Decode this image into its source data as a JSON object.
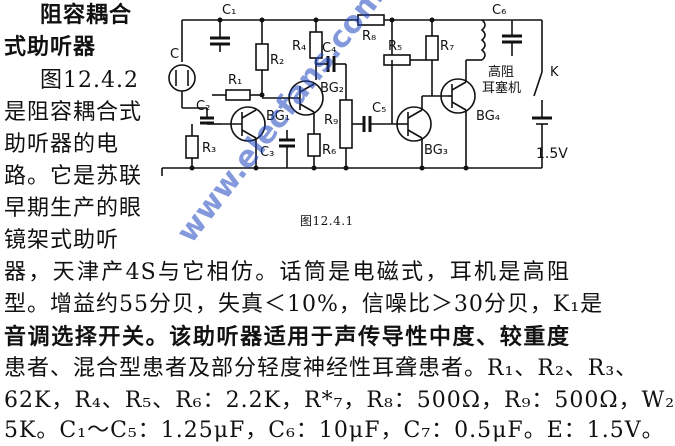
{
  "left_column": [
    "阻容耦合",
    "式助听器",
    "图12.4.2",
    "是阻容耦合式",
    "助听器的电",
    "路。它是苏联",
    "早期生产的眼",
    "镜架式助听"
  ],
  "body_lines": [
    "器，天津产4S与它相仿。话筒是电磁式，耳机是高阻",
    "型。增益约55分贝，失真＜10%，信噪比＞30分贝，K₁是",
    "音调选择开关。该助听器适用于声传导性中度、较重度",
    "患者、混合型患者及部分轻度神经性耳聋患者。R₁、R₂、R₃、",
    "62K，R₄、R₅、R₆：2.2K，R*₇，R₈：500Ω，R₉：500Ω，W₂",
    "5K。C₁～C₅：1.25μF，C₆：10μF，C₇：0.5μF。E：1.5V。"
  ],
  "figure": {
    "caption": "图12.4.1",
    "watermark": "www.elecfans.com",
    "labels": {
      "c1": "C₁",
      "c2": "C₂",
      "c3": "C₃",
      "c4": "C₄",
      "c5": "C₅",
      "c6": "C₆",
      "c_mic": "C",
      "r1": "R₁",
      "r2": "R₂",
      "r3": "R₃",
      "r4": "R₄",
      "r5": "R₅",
      "r6": "R₆",
      "r7": "R₇",
      "r8": "R₈",
      "r9": "R₉",
      "bg1": "BG₁",
      "bg2": "BG₂",
      "bg3": "BG₃",
      "bg4": "BG₄",
      "k": "K",
      "earphone_1": "高阻",
      "earphone_2": "耳塞机",
      "battery": "1.5V"
    }
  }
}
